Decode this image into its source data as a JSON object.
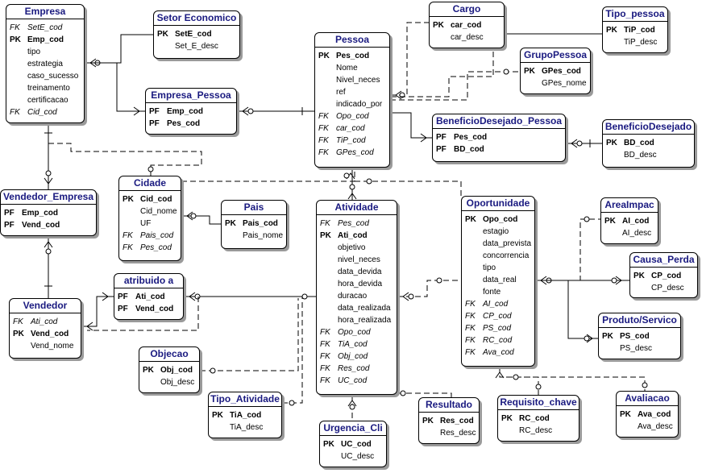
{
  "entities": [
    {
      "id": "empresa",
      "title": "Empresa",
      "attrs": [
        {
          "k": "FK",
          "n": "SetE_cod",
          "t": "fk"
        },
        {
          "k": "PK",
          "n": "Emp_cod",
          "t": "pk"
        },
        {
          "k": "",
          "n": "tipo",
          "t": "a"
        },
        {
          "k": "",
          "n": "estrategia",
          "t": "a"
        },
        {
          "k": "",
          "n": "caso_sucesso",
          "t": "a"
        },
        {
          "k": "",
          "n": "treinamento",
          "t": "a"
        },
        {
          "k": "",
          "n": "certificacao",
          "t": "a"
        },
        {
          "k": "FK",
          "n": "Cid_cod",
          "t": "fk"
        }
      ]
    },
    {
      "id": "setor-economico",
      "title": "Setor Economico",
      "attrs": [
        {
          "k": "PK",
          "n": "SetE_cod",
          "t": "pk"
        },
        {
          "k": "",
          "n": "Set_E_desc",
          "t": "a"
        }
      ]
    },
    {
      "id": "empresa-pessoa",
      "title": "Empresa_Pessoa",
      "attrs": [
        {
          "k": "PF",
          "n": "Emp_cod",
          "t": "pk"
        },
        {
          "k": "PF",
          "n": "Pes_cod",
          "t": "pk"
        }
      ]
    },
    {
      "id": "pessoa",
      "title": "Pessoa",
      "attrs": [
        {
          "k": "PK",
          "n": "Pes_cod",
          "t": "pk"
        },
        {
          "k": "",
          "n": "Nome",
          "t": "a"
        },
        {
          "k": "",
          "n": "Nivel_neces",
          "t": "a"
        },
        {
          "k": "",
          "n": "ref",
          "t": "a"
        },
        {
          "k": "",
          "n": "indicado_por",
          "t": "a"
        },
        {
          "k": "FK",
          "n": "Opo_cod",
          "t": "fk"
        },
        {
          "k": "FK",
          "n": "car_cod",
          "t": "fk"
        },
        {
          "k": "FK",
          "n": "TiP_cod",
          "t": "fk"
        },
        {
          "k": "FK",
          "n": "GPes_cod",
          "t": "fk"
        }
      ]
    },
    {
      "id": "cargo",
      "title": "Cargo",
      "attrs": [
        {
          "k": "PK",
          "n": "car_cod",
          "t": "pk"
        },
        {
          "k": "",
          "n": "car_desc",
          "t": "a"
        }
      ]
    },
    {
      "id": "tipo-pessoa",
      "title": "Tipo_pessoa",
      "attrs": [
        {
          "k": "PK",
          "n": "TiP_cod",
          "t": "pk"
        },
        {
          "k": "",
          "n": "TiP_desc",
          "t": "a"
        }
      ]
    },
    {
      "id": "grupo-pessoa",
      "title": "GrupoPessoa",
      "attrs": [
        {
          "k": "PK",
          "n": "GPes_cod",
          "t": "pk"
        },
        {
          "k": "",
          "n": "GPes_nome",
          "t": "a"
        }
      ]
    },
    {
      "id": "beneficio-desejado-pessoa",
      "title": "BeneficioDesejado_Pessoa",
      "attrs": [
        {
          "k": "PF",
          "n": "Pes_cod",
          "t": "pk"
        },
        {
          "k": "PF",
          "n": "BD_cod",
          "t": "pk"
        }
      ]
    },
    {
      "id": "beneficio-desejado",
      "title": "BeneficioDesejado",
      "attrs": [
        {
          "k": "PK",
          "n": "BD_cod",
          "t": "pk"
        },
        {
          "k": "",
          "n": "BD_desc",
          "t": "a"
        }
      ]
    },
    {
      "id": "vendedor-empresa",
      "title": "Vendedor_Empresa",
      "attrs": [
        {
          "k": "PF",
          "n": "Emp_cod",
          "t": "pk"
        },
        {
          "k": "PF",
          "n": "Vend_cod",
          "t": "pk"
        }
      ]
    },
    {
      "id": "cidade",
      "title": "Cidade",
      "attrs": [
        {
          "k": "PK",
          "n": "Cid_cod",
          "t": "pk"
        },
        {
          "k": "",
          "n": "Cid_nome",
          "t": "a"
        },
        {
          "k": "",
          "n": "UF",
          "t": "a"
        },
        {
          "k": "FK",
          "n": "Pais_cod",
          "t": "fk"
        },
        {
          "k": "FK",
          "n": "Pes_cod",
          "t": "fk"
        }
      ]
    },
    {
      "id": "pais",
      "title": "Pais",
      "attrs": [
        {
          "k": "PK",
          "n": "Pais_cod",
          "t": "pk"
        },
        {
          "k": "",
          "n": "Pais_nome",
          "t": "a"
        }
      ]
    },
    {
      "id": "atividade",
      "title": "Atividade",
      "attrs": [
        {
          "k": "FK",
          "n": "Pes_cod",
          "t": "fk"
        },
        {
          "k": "PK",
          "n": "Ati_cod",
          "t": "pk"
        },
        {
          "k": "",
          "n": "objetivo",
          "t": "a"
        },
        {
          "k": "",
          "n": "nivel_neces",
          "t": "a"
        },
        {
          "k": "",
          "n": "data_devida",
          "t": "a"
        },
        {
          "k": "",
          "n": "hora_devida",
          "t": "a"
        },
        {
          "k": "",
          "n": "duracao",
          "t": "a"
        },
        {
          "k": "",
          "n": "data_realizada",
          "t": "a"
        },
        {
          "k": "",
          "n": "hora_realizada",
          "t": "a"
        },
        {
          "k": "FK",
          "n": "Opo_cod",
          "t": "fk"
        },
        {
          "k": "FK",
          "n": "TiA_cod",
          "t": "fk"
        },
        {
          "k": "FK",
          "n": "Obj_cod",
          "t": "fk"
        },
        {
          "k": "FK",
          "n": "Res_cod",
          "t": "fk"
        },
        {
          "k": "FK",
          "n": "UC_cod",
          "t": "fk"
        }
      ]
    },
    {
      "id": "oportunidade",
      "title": "Oportunidade",
      "attrs": [
        {
          "k": "PK",
          "n": "Opo_cod",
          "t": "pk"
        },
        {
          "k": "",
          "n": "estagio",
          "t": "a"
        },
        {
          "k": "",
          "n": "data_prevista",
          "t": "a"
        },
        {
          "k": "",
          "n": "concorrencia",
          "t": "a"
        },
        {
          "k": "",
          "n": "tipo",
          "t": "a"
        },
        {
          "k": "",
          "n": "data_real",
          "t": "a"
        },
        {
          "k": "",
          "n": "fonte",
          "t": "a"
        },
        {
          "k": "FK",
          "n": "AI_cod",
          "t": "fk"
        },
        {
          "k": "FK",
          "n": "CP_cod",
          "t": "fk"
        },
        {
          "k": "FK",
          "n": "PS_cod",
          "t": "fk"
        },
        {
          "k": "FK",
          "n": "RC_cod",
          "t": "fk"
        },
        {
          "k": "FK",
          "n": "Ava_cod",
          "t": "fk"
        }
      ]
    },
    {
      "id": "area-impac",
      "title": "AreaImpac",
      "attrs": [
        {
          "k": "PK",
          "n": "AI_cod",
          "t": "pk"
        },
        {
          "k": "",
          "n": "AI_desc",
          "t": "a"
        }
      ]
    },
    {
      "id": "causa-perda",
      "title": "Causa_Perda",
      "attrs": [
        {
          "k": "PK",
          "n": "CP_cod",
          "t": "pk"
        },
        {
          "k": "",
          "n": "CP_desc",
          "t": "a"
        }
      ]
    },
    {
      "id": "produto-servico",
      "title": "Produto/Servico",
      "attrs": [
        {
          "k": "PK",
          "n": "PS_cod",
          "t": "pk"
        },
        {
          "k": "",
          "n": "PS_desc",
          "t": "a"
        }
      ]
    },
    {
      "id": "vendedor",
      "title": "Vendedor",
      "attrs": [
        {
          "k": "FK",
          "n": "Ati_cod",
          "t": "fk"
        },
        {
          "k": "PK",
          "n": "Vend_cod",
          "t": "pk"
        },
        {
          "k": "",
          "n": "Vend_nome",
          "t": "a"
        }
      ]
    },
    {
      "id": "atribuido-a",
      "title": "atribuido a",
      "attrs": [
        {
          "k": "PF",
          "n": "Ati_cod",
          "t": "pk"
        },
        {
          "k": "PF",
          "n": "Vend_cod",
          "t": "pk"
        }
      ]
    },
    {
      "id": "objecao",
      "title": "Objecao",
      "attrs": [
        {
          "k": "PK",
          "n": "Obj_cod",
          "t": "pk"
        },
        {
          "k": "",
          "n": "Obj_desc",
          "t": "a"
        }
      ]
    },
    {
      "id": "tipo-atividade",
      "title": "Tipo_Atividade",
      "attrs": [
        {
          "k": "PK",
          "n": "TiA_cod",
          "t": "pk"
        },
        {
          "k": "",
          "n": "TiA_desc",
          "t": "a"
        }
      ]
    },
    {
      "id": "urgencia-cli",
      "title": "Urgencia_Cli",
      "attrs": [
        {
          "k": "PK",
          "n": "UC_cod",
          "t": "pk"
        },
        {
          "k": "",
          "n": "UC_desc",
          "t": "a"
        }
      ]
    },
    {
      "id": "resultado",
      "title": "Resultado",
      "attrs": [
        {
          "k": "PK",
          "n": "Res_cod",
          "t": "pk"
        },
        {
          "k": "",
          "n": "Res_desc",
          "t": "a"
        }
      ]
    },
    {
      "id": "requisito-chave",
      "title": "Requisito_chave",
      "attrs": [
        {
          "k": "PK",
          "n": "RC_cod",
          "t": "pk"
        },
        {
          "k": "",
          "n": "RC_desc",
          "t": "a"
        }
      ]
    },
    {
      "id": "avaliacao",
      "title": "Avaliacao",
      "attrs": [
        {
          "k": "PK",
          "n": "Ava_cod",
          "t": "pk"
        },
        {
          "k": "",
          "n": "Ava_desc",
          "t": "a"
        }
      ]
    }
  ]
}
